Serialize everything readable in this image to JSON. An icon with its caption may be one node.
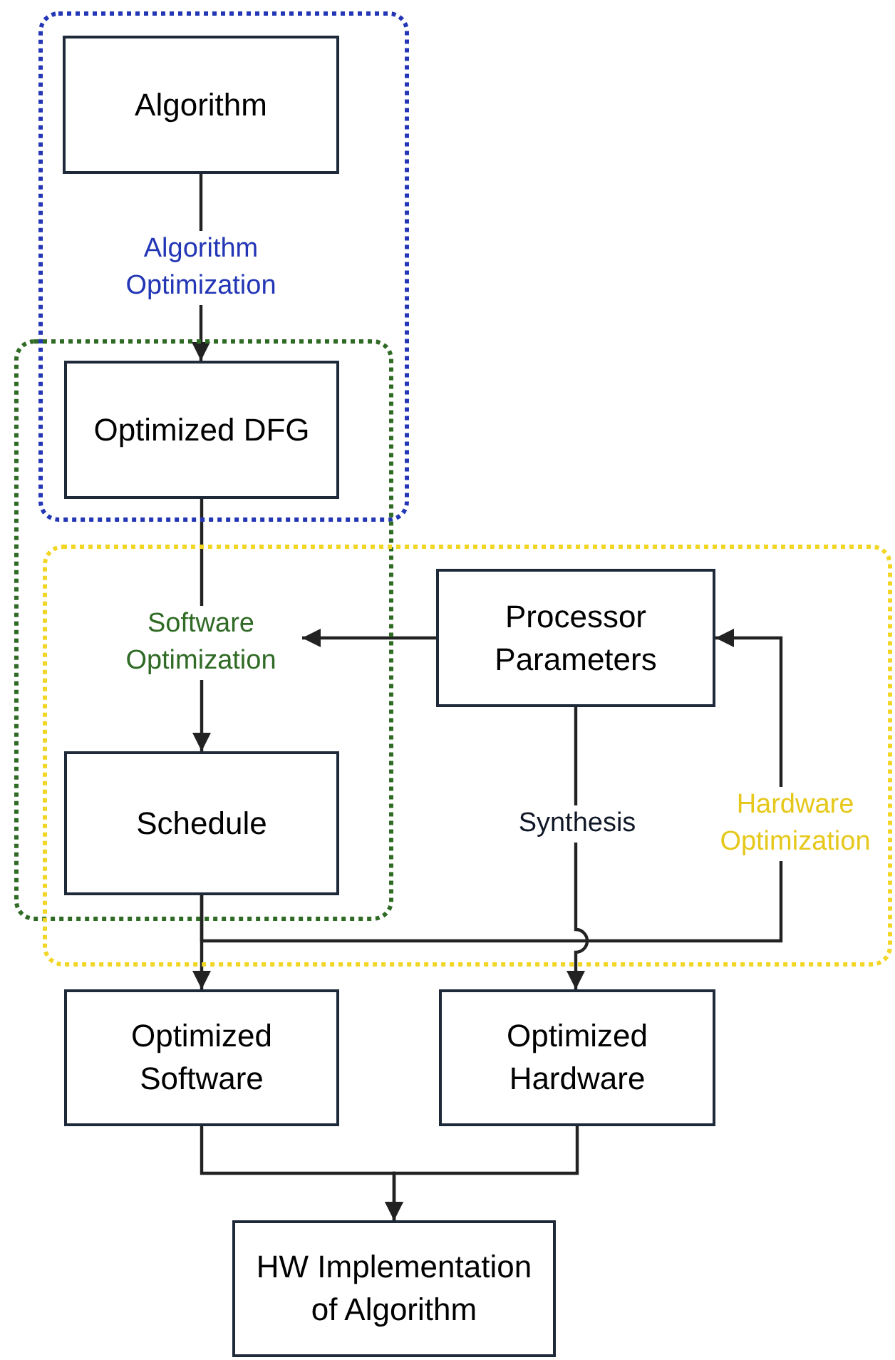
{
  "diagram": {
    "nodes": [
      {
        "text": [
          "Algorithm"
        ]
      },
      {
        "text": [
          "Optimized DFG"
        ]
      },
      {
        "text": [
          "Schedule"
        ]
      },
      {
        "text": [
          "Processor Parameters"
        ]
      },
      {
        "text": [
          "Optimized Software"
        ]
      },
      {
        "text": [
          "Optimized Hardware"
        ]
      },
      {
        "text": [
          "HW Implementation of Algorithm"
        ]
      }
    ],
    "edges": [
      {
        "from": 0,
        "to": 1,
        "arrow": "to",
        "label": "Algorithm Optimization"
      },
      {
        "from": 1,
        "to": 2,
        "arrow": "to",
        "label": "Software Optimization"
      },
      {
        "from": 3,
        "to": null,
        "arrow": "to"
      },
      {
        "from": 2,
        "to": 4,
        "arrow": "to"
      },
      {
        "from": 2,
        "to": 3,
        "arrow": "to",
        "label": "Hardware Optimization"
      },
      {
        "from": 3,
        "to": 5,
        "arrow": "to",
        "label": "Synthesis"
      },
      {
        "from": 4,
        "to": 6,
        "arrow": "to"
      },
      {
        "from": 5,
        "to": 6,
        "arrow": "to"
      }
    ]
  }
}
